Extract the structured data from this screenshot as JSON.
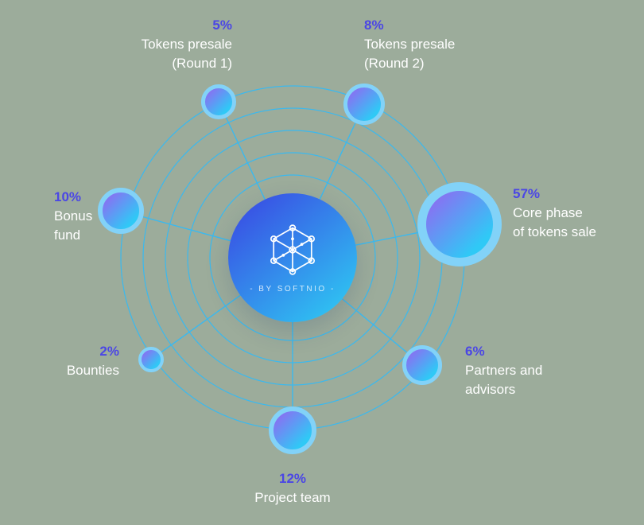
{
  "colors": {
    "bg": "#9cac9b",
    "orbit": "#3ab9ef",
    "accent": "#4b46e5",
    "label": "#ffffff",
    "ring": "#82d2f8",
    "node-a": "#8b6ef2",
    "node-b": "#2fc9f6",
    "center-a": "#3950e4",
    "center-b": "#2fc3f2"
  },
  "center": {
    "brand": "- BY SOFTNIO -",
    "icon": "network-hexagon-icon"
  },
  "segments": [
    {
      "key": "presale-round-1",
      "percent": "5%",
      "lines": [
        "Tokens presale",
        "(Round 1)"
      ]
    },
    {
      "key": "presale-round-2",
      "percent": "8%",
      "lines": [
        "Tokens presale",
        "(Round 2)"
      ]
    },
    {
      "key": "bonus-fund",
      "percent": "10%",
      "lines": [
        "Bonus",
        "fund"
      ]
    },
    {
      "key": "core-phase",
      "percent": "57%",
      "lines": [
        "Core phase",
        "of tokens sale"
      ]
    },
    {
      "key": "bounties",
      "percent": "2%",
      "lines": [
        "Bounties"
      ]
    },
    {
      "key": "partners",
      "percent": "6%",
      "lines": [
        "Partners and",
        "advisors"
      ]
    },
    {
      "key": "project-team",
      "percent": "12%",
      "lines": [
        "Project team"
      ]
    }
  ],
  "chart_data": {
    "type": "pie",
    "labels": [
      "Tokens presale (Round 1)",
      "Tokens presale (Round 2)",
      "Bonus fund",
      "Core phase of tokens sale",
      "Bounties",
      "Partners and advisors",
      "Project team"
    ],
    "values": [
      5,
      8,
      10,
      57,
      2,
      6,
      12
    ],
    "unit": "%",
    "legend_position": "labels-around-nodes",
    "notes": "Radial orbit bubble diagram; bubble size proportional to percentage; center badge reads - BY SOFTNIO -"
  }
}
